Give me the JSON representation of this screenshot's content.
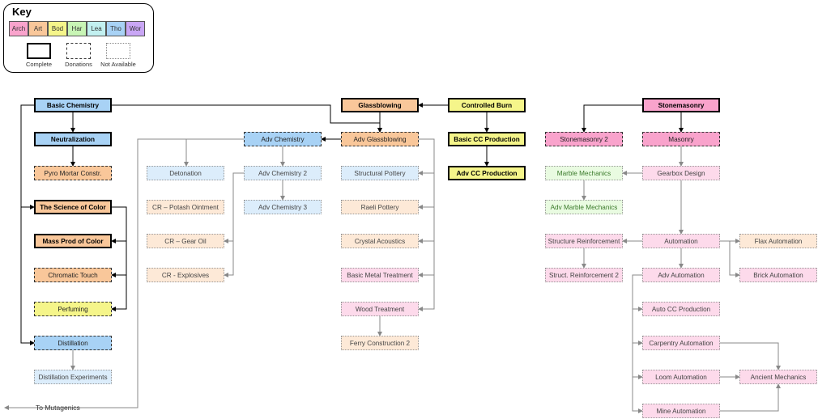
{
  "key": {
    "title": "Key",
    "categories": [
      {
        "label": "Arch",
        "color": "#f9a3cc"
      },
      {
        "label": "Art",
        "color": "#f9c79a"
      },
      {
        "label": "Bod",
        "color": "#f5f58a"
      },
      {
        "label": "Har",
        "color": "#c8f5b5"
      },
      {
        "label": "Lea",
        "color": "#c2f0f0"
      },
      {
        "label": "Tho",
        "color": "#a8d2f5"
      },
      {
        "label": "Wor",
        "color": "#c9a6f5"
      }
    ],
    "styles": [
      {
        "label": "Complete",
        "style": "complete"
      },
      {
        "label": "Donations",
        "style": "donation"
      },
      {
        "label": "Not Available",
        "style": "na"
      }
    ]
  },
  "footer": {
    "label": "To Mutagenics"
  },
  "nodes": [
    {
      "id": "basic-chemistry",
      "label": "Basic Chemistry",
      "status": "complete",
      "cat": "Tho"
    },
    {
      "id": "neutralization",
      "label": "Neutralization",
      "status": "complete",
      "cat": "Tho"
    },
    {
      "id": "pyro-mortar",
      "label": "Pyro Mortar Constr.",
      "status": "donation",
      "cat": "Art"
    },
    {
      "id": "science-of-color",
      "label": "The Science of Color",
      "status": "complete",
      "cat": "Art"
    },
    {
      "id": "mass-prod-color",
      "label": "Mass Prod of Color",
      "status": "complete",
      "cat": "Art"
    },
    {
      "id": "chromatic-touch",
      "label": "Chromatic Touch",
      "status": "donation",
      "cat": "Art"
    },
    {
      "id": "perfuming",
      "label": "Perfuming",
      "status": "donation",
      "cat": "Bod"
    },
    {
      "id": "distillation",
      "label": "Distillation",
      "status": "donation",
      "cat": "Tho"
    },
    {
      "id": "distillation-exp",
      "label": "Distillation Experiments",
      "status": "na",
      "cat": "Tho"
    },
    {
      "id": "adv-chemistry",
      "label": "Adv Chemistry",
      "status": "donation",
      "cat": "Tho"
    },
    {
      "id": "detonation",
      "label": "Detonation",
      "status": "na",
      "cat": "Tho"
    },
    {
      "id": "adv-chemistry-2",
      "label": "Adv Chemistry 2",
      "status": "na",
      "cat": "Tho"
    },
    {
      "id": "adv-chemistry-3",
      "label": "Adv Chemistry 3",
      "status": "na",
      "cat": "Tho"
    },
    {
      "id": "cr-potash",
      "label": "CR – Potash Ointment",
      "status": "na",
      "cat": "Art"
    },
    {
      "id": "cr-gear-oil",
      "label": "CR – Gear Oil",
      "status": "na",
      "cat": "Art"
    },
    {
      "id": "cr-explosives",
      "label": "CR - Explosives",
      "status": "na",
      "cat": "Art"
    },
    {
      "id": "glassblowing",
      "label": "Glassblowing",
      "status": "complete",
      "cat": "Art"
    },
    {
      "id": "adv-glassblowing",
      "label": "Adv Glassblowing",
      "status": "donation",
      "cat": "Art"
    },
    {
      "id": "structural-pottery",
      "label": "Structural Pottery",
      "status": "na",
      "cat": "Tho"
    },
    {
      "id": "raeli-pottery",
      "label": "Raeli Pottery",
      "status": "na",
      "cat": "Art"
    },
    {
      "id": "crystal-acoustics",
      "label": "Crystal Acoustics",
      "status": "na",
      "cat": "Art"
    },
    {
      "id": "basic-metal",
      "label": "Basic Metal Treatment",
      "status": "na",
      "cat": "Arch"
    },
    {
      "id": "wood-treatment",
      "label": "Wood Treatment",
      "status": "na",
      "cat": "Arch"
    },
    {
      "id": "ferry-construction",
      "label": "Ferry Construction 2",
      "status": "na",
      "cat": "Art"
    },
    {
      "id": "controlled-burn",
      "label": "Controlled Burn",
      "status": "complete",
      "cat": "Bod"
    },
    {
      "id": "basic-cc",
      "label": "Basic CC Production",
      "status": "complete",
      "cat": "Bod"
    },
    {
      "id": "adv-cc",
      "label": "Adv CC Production",
      "status": "complete",
      "cat": "Bod"
    },
    {
      "id": "stonemasonry",
      "label": "Stonemasonry",
      "status": "complete",
      "cat": "Arch"
    },
    {
      "id": "stonemasonry-2",
      "label": "Stonemasonry 2",
      "status": "donation",
      "cat": "Arch"
    },
    {
      "id": "masonry",
      "label": "Masonry",
      "status": "donation",
      "cat": "Arch"
    },
    {
      "id": "marble-mechanics",
      "label": "Marble Mechanics",
      "status": "na",
      "cat": "Har"
    },
    {
      "id": "adv-marble",
      "label": "Adv Marble Mechanics",
      "status": "na",
      "cat": "Har"
    },
    {
      "id": "gearbox-design",
      "label": "Gearbox Design",
      "status": "na",
      "cat": "Arch"
    },
    {
      "id": "structure-reinf",
      "label": "Structure Reinforcement",
      "status": "na",
      "cat": "Arch"
    },
    {
      "id": "struct-reinf-2",
      "label": "Struct. Reinforcement 2",
      "status": "na",
      "cat": "Arch"
    },
    {
      "id": "automation",
      "label": "Automation",
      "status": "na",
      "cat": "Arch"
    },
    {
      "id": "flax-automation",
      "label": "Flax Automation",
      "status": "na",
      "cat": "Art"
    },
    {
      "id": "brick-automation",
      "label": "Brick Automation",
      "status": "na",
      "cat": "Arch"
    },
    {
      "id": "adv-automation",
      "label": "Adv Automation",
      "status": "na",
      "cat": "Arch"
    },
    {
      "id": "auto-cc",
      "label": "Auto CC Production",
      "status": "na",
      "cat": "Arch"
    },
    {
      "id": "carpentry-automation",
      "label": "Carpentry Automation",
      "status": "na",
      "cat": "Arch"
    },
    {
      "id": "loom-automation",
      "label": "Loom Automation",
      "status": "na",
      "cat": "Arch"
    },
    {
      "id": "ancient-mechanics",
      "label": "Ancient Mechanics",
      "status": "na",
      "cat": "Arch"
    },
    {
      "id": "mine-automation",
      "label": "Mine Automation",
      "status": "na",
      "cat": "Arch"
    }
  ]
}
